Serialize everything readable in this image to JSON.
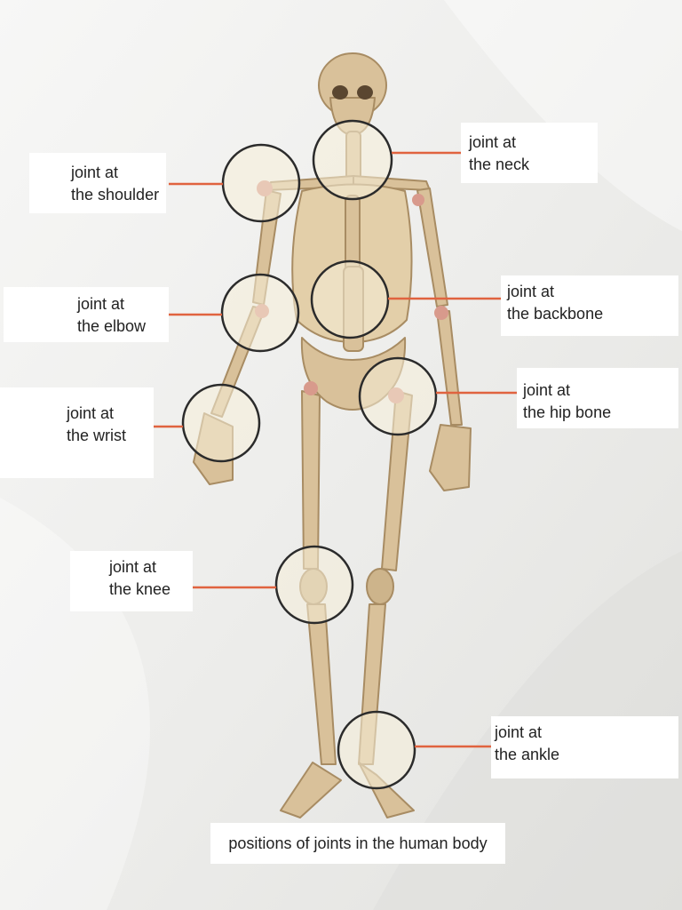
{
  "colors": {
    "bone": "#d9c19a",
    "bone_shadow": "#a88c63",
    "cartilage": "#d89a8c",
    "leader": "#e0633f",
    "loupe_fill": "#f6efd8"
  },
  "labels": {
    "shoulder": {
      "line1": "joint at",
      "line2": "the shoulder"
    },
    "neck": {
      "line1": "joint at",
      "line2": "the neck"
    },
    "elbow": {
      "line1": "joint at",
      "line2": "the elbow"
    },
    "backbone": {
      "line1": "joint at",
      "line2": "the backbone"
    },
    "wrist": {
      "line1": "joint at",
      "line2": "the wrist"
    },
    "hip": {
      "line1": "joint at",
      "line2": "the hip bone"
    },
    "knee": {
      "line1": "joint at",
      "line2": "the knee"
    },
    "ankle": {
      "line1": "joint at",
      "line2": "the ankle"
    }
  },
  "caption": "positions of joints in the human body"
}
